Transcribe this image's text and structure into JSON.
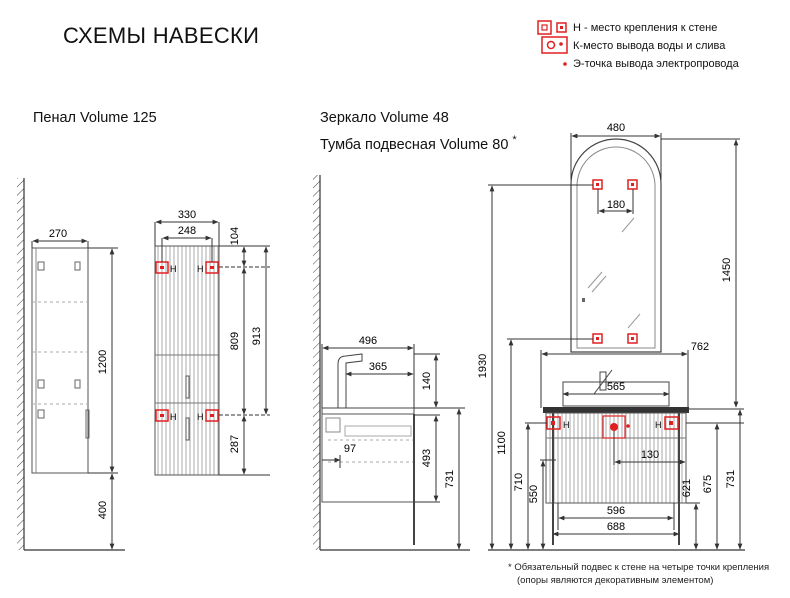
{
  "title": "СХЕМЫ НАВЕСКИ",
  "legend": {
    "h": "Н - место крепления к стене",
    "k": "К-место вывода воды и слива",
    "e": "Э-точка вывода электропровода"
  },
  "sections": {
    "penal": "Пенал Volume 125",
    "mirror": "Зеркало Volume 48",
    "cabinet": "Тумба подвесная Volume 80",
    "cabinet_mark": "*"
  },
  "marks": {
    "h": "Н"
  },
  "dims": {
    "p_270": "270",
    "p_330": "330",
    "p_248": "248",
    "p_104": "104",
    "p_1200": "1200",
    "p_913": "913",
    "p_809": "809",
    "p_287": "287",
    "p_400": "400",
    "c_496": "496",
    "c_365": "365",
    "c_140": "140",
    "c_97": "97",
    "c_493": "493",
    "c_731": "731",
    "m_480": "480",
    "m_180": "180",
    "m_1450": "1450",
    "m_762": "762",
    "m_565": "565",
    "m_1930": "1930",
    "m_1100": "1100",
    "m_710": "710",
    "m_550": "550",
    "m_130": "130",
    "m_596": "596",
    "m_688": "688",
    "m_621": "621",
    "m_675": "675",
    "m_731": "731"
  },
  "footnote": {
    "line1": "* Обязательный подвес к стене на четыре точки крепления",
    "line2": "(опоры являются декоративным элементом)"
  },
  "colors": {
    "mount": "#e02020",
    "line": "#333333",
    "hatch": "#444444"
  }
}
